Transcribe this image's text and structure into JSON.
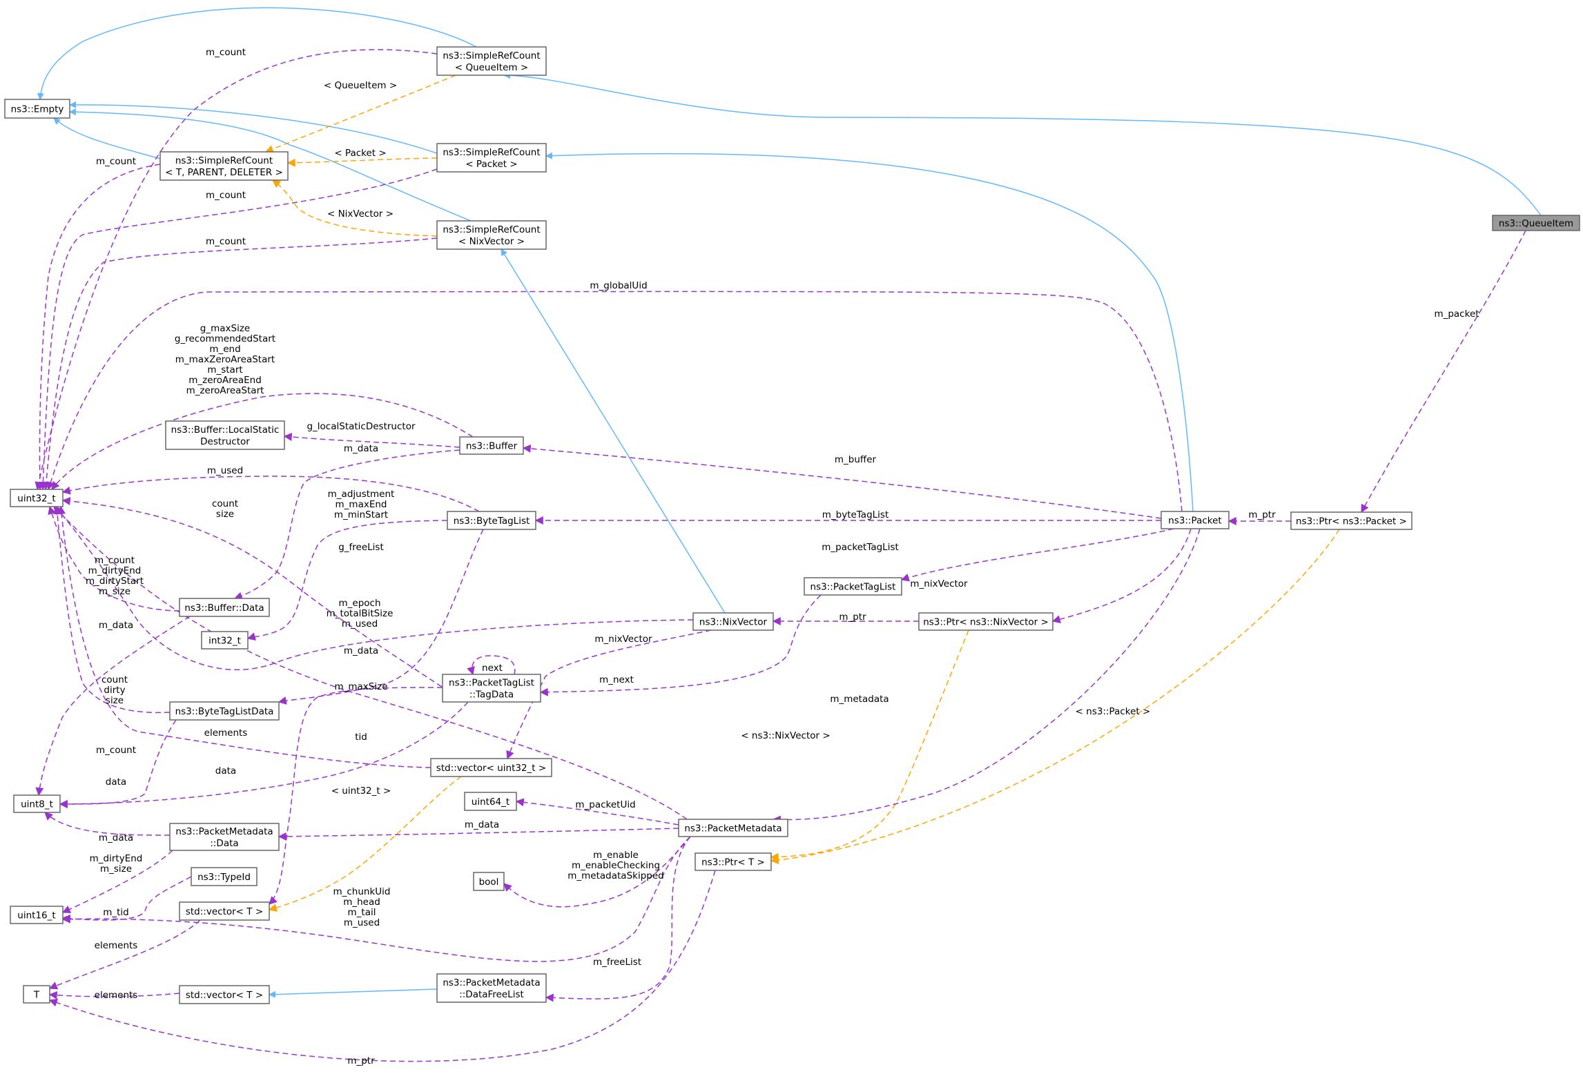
{
  "diagram": {
    "title": "ns3::QueueItem collaboration graph",
    "colors": {
      "inheritance": "#63b8ff",
      "member": "#9a32cd",
      "template": "#ffa500",
      "root_fill": "#999999",
      "node_border": "#666666"
    },
    "nodes": {
      "queueitem": [
        "ns3::QueueItem"
      ],
      "empty": [
        "ns3::Empty"
      ],
      "src_queueitem": [
        "ns3::SimpleRefCount",
        "< QueueItem >"
      ],
      "src_packet": [
        "ns3::SimpleRefCount",
        "< Packet >"
      ],
      "src_nixvector": [
        "ns3::SimpleRefCount",
        "< NixVector >"
      ],
      "src_generic": [
        "ns3::SimpleRefCount",
        "< T, PARENT, DELETER >"
      ],
      "uint32": [
        "uint32_t"
      ],
      "localstatic": [
        "ns3::Buffer::LocalStatic",
        "Destructor"
      ],
      "buffer": [
        "ns3::Buffer"
      ],
      "bytetaglist": [
        "ns3::ByteTagList"
      ],
      "bufferdata": [
        "ns3::Buffer::Data"
      ],
      "int32": [
        "int32_t"
      ],
      "bytetaglistdata": [
        "ns3::ByteTagListData"
      ],
      "uint8": [
        "uint8_t"
      ],
      "pmdata": [
        "ns3::PacketMetadata",
        "::Data"
      ],
      "uint16": [
        "uint16_t"
      ],
      "typeid": [
        "ns3::TypeId"
      ],
      "vector_t_a": [
        "std::vector< T >"
      ],
      "t": [
        "T"
      ],
      "vector_t_b": [
        "std::vector< T >"
      ],
      "tagdata": [
        "ns3::PacketTagList",
        "::TagData"
      ],
      "vector_uint32": [
        "std::vector< uint32_t >"
      ],
      "uint64": [
        "uint64_t"
      ],
      "bool": [
        "bool"
      ],
      "datafreelist": [
        "ns3::PacketMetadata",
        "::DataFreeList"
      ],
      "nixvector": [
        "ns3::NixVector"
      ],
      "packettaglist": [
        "ns3::PacketTagList"
      ],
      "ptr_nixvector": [
        "ns3::Ptr< ns3::NixVector >"
      ],
      "packetmetadata": [
        "ns3::PacketMetadata"
      ],
      "ptr_t": [
        "ns3::Ptr< T >"
      ],
      "packet": [
        "ns3::Packet"
      ],
      "ptr_packet": [
        "ns3::Ptr< ns3::Packet >"
      ]
    },
    "edge_labels": {
      "m_count_1": [
        "m_count"
      ],
      "queueitem_tpl": [
        "< QueueItem >"
      ],
      "m_count_2": [
        "m_count"
      ],
      "packet_tpl": [
        "< Packet >"
      ],
      "m_count_3": [
        "m_count"
      ],
      "nixvector_tpl": [
        "< NixVector >"
      ],
      "m_count_4": [
        "m_count"
      ],
      "m_globalUid": [
        "m_globalUid"
      ],
      "buffer_fields": [
        "g_maxSize",
        "g_recommendedStart",
        "m_end",
        "m_maxZeroAreaStart",
        "m_start",
        "m_zeroAreaEnd",
        "m_zeroAreaStart"
      ],
      "g_localStaticDestructor": [
        "g_localStaticDestructor"
      ],
      "m_data_buffer": [
        "m_data"
      ],
      "m_used": [
        "m_used"
      ],
      "count_size": [
        "count",
        "size"
      ],
      "bytetaglist_fields": [
        "m_adjustment",
        "m_maxEnd",
        "m_minStart"
      ],
      "g_freeList": [
        "g_freeList"
      ],
      "bufferdata_fields": [
        "m_count",
        "m_dirtyEnd",
        "m_dirtyStart",
        "m_size"
      ],
      "m_data_bufferdata": [
        "m_data"
      ],
      "nixvector_fields": [
        "m_epoch",
        "m_totalBitSize",
        "m_used"
      ],
      "m_data_btld": [
        "m_data"
      ],
      "next": [
        "next"
      ],
      "m_maxSize": [
        "m_maxSize"
      ],
      "btld_fields": [
        "count",
        "dirty",
        "size"
      ],
      "elements_1": [
        "elements"
      ],
      "tid": [
        "tid"
      ],
      "m_count_5": [
        "m_count"
      ],
      "data_1": [
        "data"
      ],
      "data_2": [
        "data"
      ],
      "uint32_tpl": [
        "< uint32_t >"
      ],
      "m_data_pmdata": [
        "m_data"
      ],
      "pmdata_fields": [
        "m_dirtyEnd",
        "m_size"
      ],
      "m_tid": [
        "m_tid"
      ],
      "elements_2": [
        "elements"
      ],
      "elements_3": [
        "elements"
      ],
      "m_ptr_t": [
        "m_ptr"
      ],
      "m_buffer": [
        "m_buffer"
      ],
      "m_byteTagList": [
        "m_byteTagList"
      ],
      "m_packetTagList": [
        "m_packetTagList"
      ],
      "m_nixVector": [
        "m_nixVector"
      ],
      "m_ptr_nix": [
        "m_ptr"
      ],
      "m_nixVector_2": [
        "m_nixVector"
      ],
      "m_next": [
        "m_next"
      ],
      "m_metadata": [
        "m_metadata"
      ],
      "nix_tpl": [
        "< ns3::NixVector >"
      ],
      "packet_ptr_tpl": [
        "< ns3::Packet >"
      ],
      "m_packetUid": [
        "m_packetUid"
      ],
      "m_data_pm": [
        "m_data"
      ],
      "pm_bool_fields": [
        "m_enable",
        "m_enableChecking",
        "m_metadataSkipped"
      ],
      "pm_fields": [
        "m_chunkUid",
        "m_head",
        "m_tail",
        "m_used"
      ],
      "m_freeList": [
        "m_freeList"
      ],
      "m_ptr_packet": [
        "m_ptr"
      ],
      "m_packet": [
        "m_packet"
      ]
    }
  }
}
